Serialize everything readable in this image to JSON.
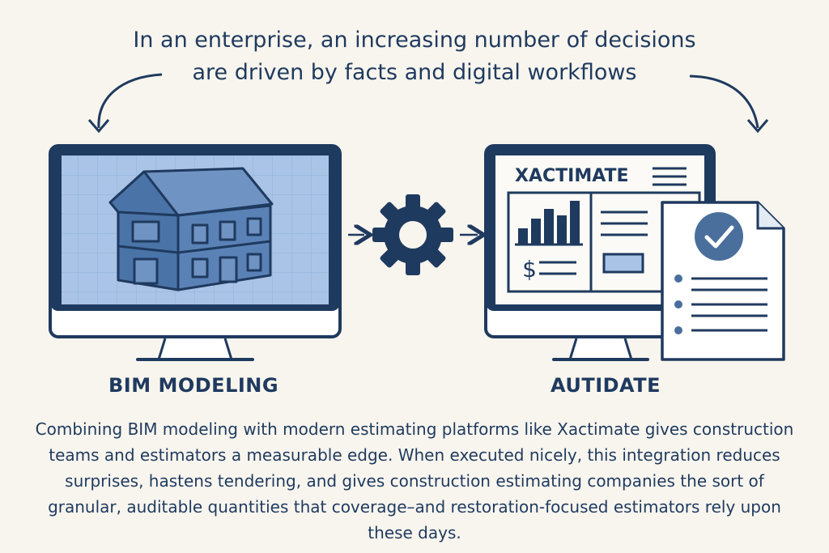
{
  "headline": {
    "line1": "In an enterprise, an increasing number of decisions",
    "line2": "are driven by facts and digital workflows"
  },
  "left_panel": {
    "label": "BIM MODELING",
    "icon": "house-3d-model-icon"
  },
  "center": {
    "icon": "gear-icon"
  },
  "right_panel": {
    "app_title": "XACTIMATE",
    "label": "AUTIDATE",
    "currency_symbol": "$",
    "icons": [
      "bar-chart-icon",
      "document-icon",
      "checkmark-icon"
    ]
  },
  "body": {
    "paragraph": "Combining BIM modeling with modern estimating platforms like Xactimate gives construction teams and estimators a measurable edge. When executed nicely, this integration reduces surprises, hastens tendering, and gives construction estimating companies the sort of granular, auditable quantities that coverage–and restoration-focused estimators rely upon these days."
  },
  "colors": {
    "background": "#f8f5ee",
    "navy": "#1f3a5f",
    "screen_blue": "#a9c4e6",
    "house_blue": "#4a74a8",
    "check_blue": "#4a6f9c"
  }
}
